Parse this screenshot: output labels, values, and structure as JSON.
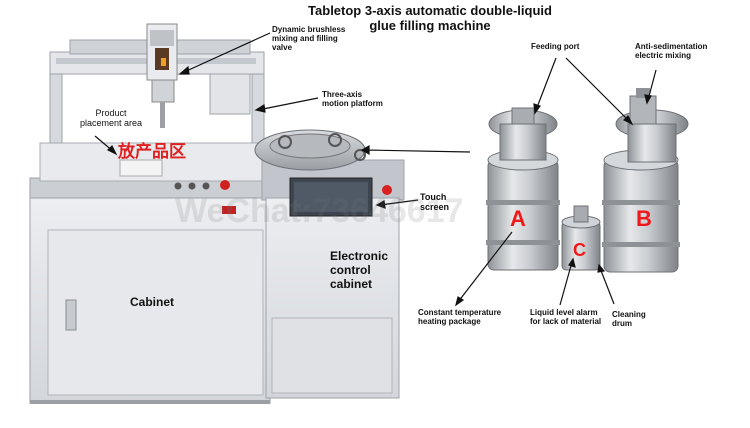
{
  "title_line1": "Tabletop 3-axis automatic double-liquid",
  "title_line2": "glue filling machine",
  "labels": {
    "valve": [
      "Dynamic brushless",
      "mixing and filling",
      "valve"
    ],
    "motion": [
      "Three-axis",
      "motion platform"
    ],
    "product_area": [
      "Product",
      "placement area"
    ],
    "product_area_cn": "放产品区",
    "touch": [
      "Touch",
      "screen"
    ],
    "control_cabinet": [
      "Electronic",
      "control",
      "cabinet"
    ],
    "cabinet": "Cabinet",
    "feeding_port": "Feeding port",
    "anti_sed": [
      "Anti-sedimentation",
      "electric mixing"
    ],
    "heating": [
      "Constant temperature",
      "heating package"
    ],
    "level_alarm": [
      "Liquid level alarm",
      "for lack of material"
    ],
    "cleaning": [
      "Cleaning",
      "drum"
    ]
  },
  "tank_letters": {
    "a": "A",
    "b": "B",
    "c": "C"
  },
  "watermark": "WeChat:73646617",
  "colors": {
    "machine_body": "#dfe1e6",
    "machine_shadow": "#b9bdc4",
    "tank_steel": "#c4c7cb",
    "red_accent": "#e02020",
    "screen": "#3d4650"
  }
}
